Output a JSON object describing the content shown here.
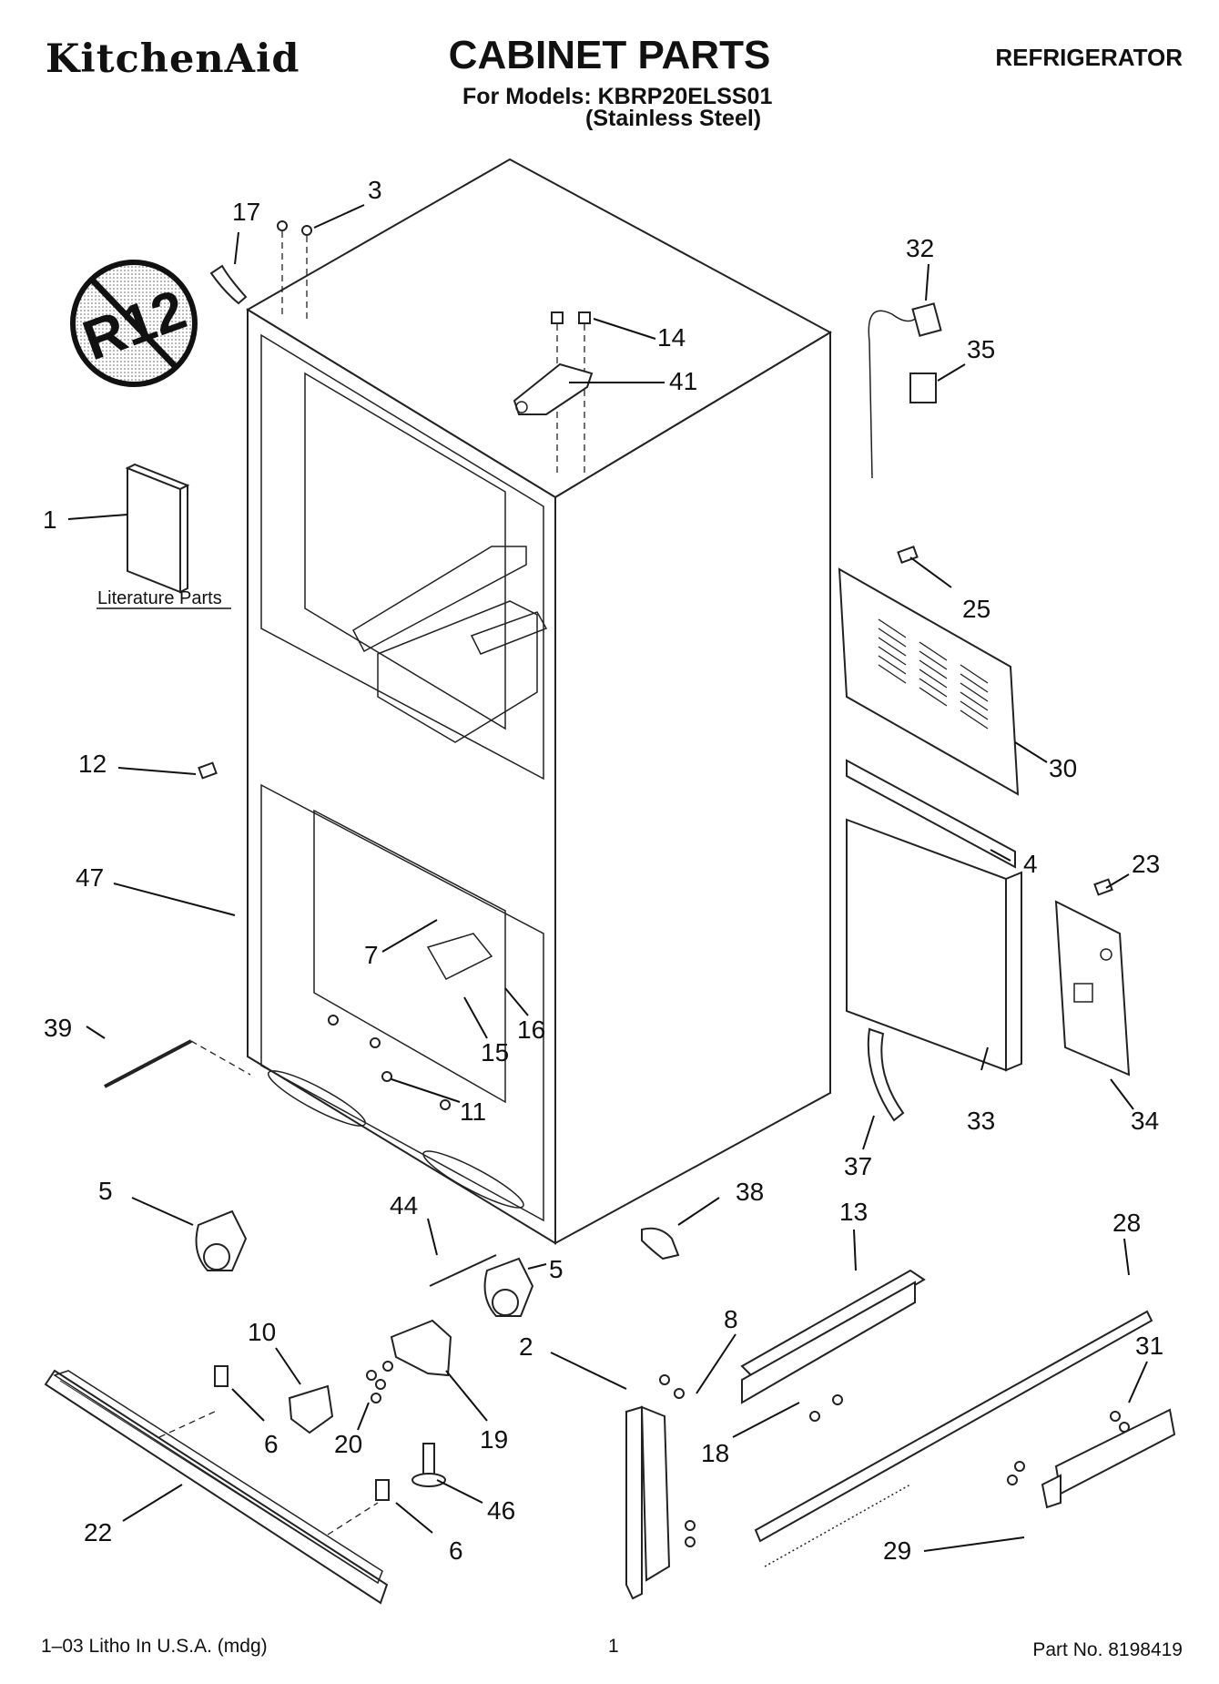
{
  "header": {
    "brand": "KitchenAid",
    "title": "CABINET PARTS",
    "models_line": "For Models: KBRP20ELSS01",
    "finish_line": "(Stainless Steel)",
    "category": "REFRIGERATOR"
  },
  "badge": {
    "text": "R12"
  },
  "literature_label": "Literature Parts",
  "callouts": [
    "17",
    "3",
    "14",
    "41",
    "32",
    "35",
    "1",
    "25",
    "12",
    "30",
    "47",
    "4",
    "23",
    "7",
    "39",
    "16",
    "15",
    "11",
    "33",
    "34",
    "37",
    "5",
    "44",
    "38",
    "13",
    "28",
    "5",
    "8",
    "10",
    "2",
    "31",
    "19",
    "6",
    "20",
    "18",
    "46",
    "22",
    "6",
    "29"
  ],
  "footer": {
    "left": "1–03 Litho In U.S.A. (mdg)",
    "page": "1",
    "part_no": "Part No. 8198419"
  }
}
